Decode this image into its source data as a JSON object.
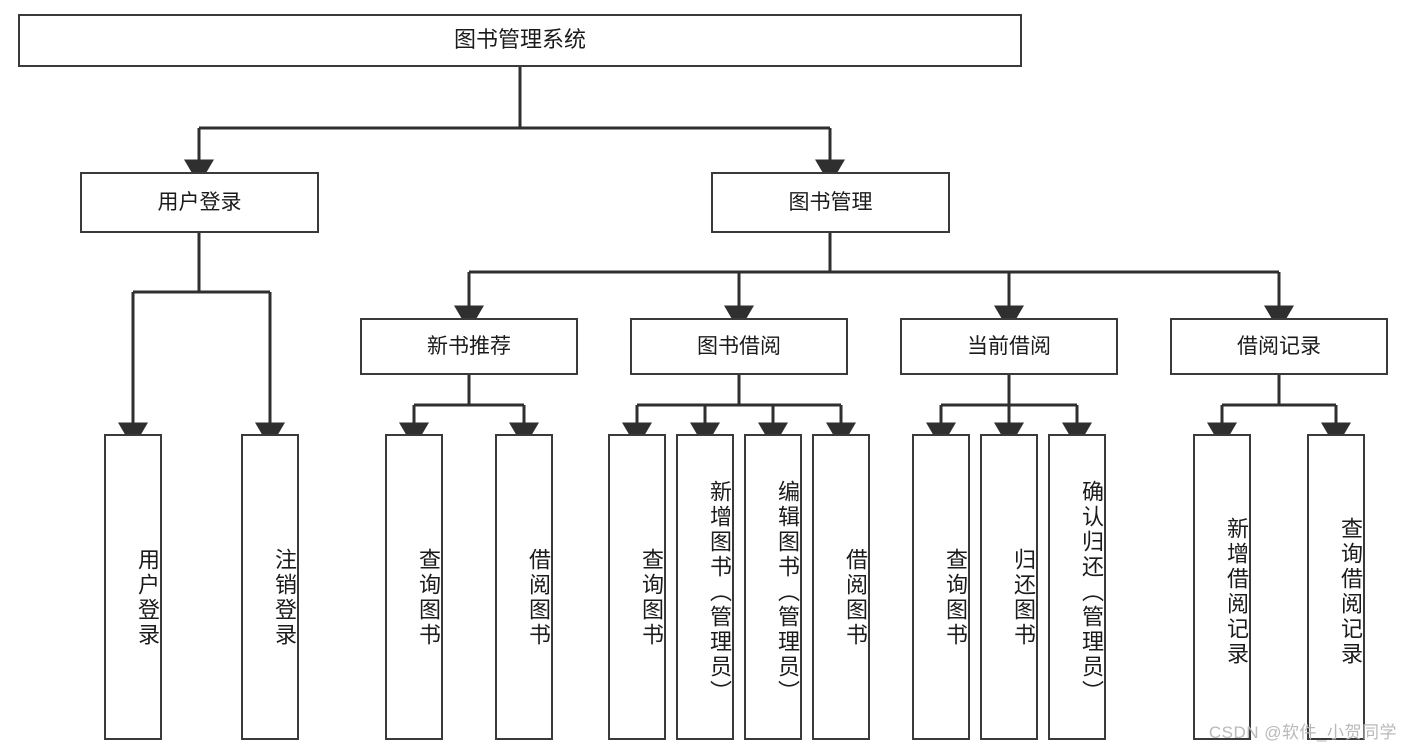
{
  "diagram": {
    "title": "图书管理系统",
    "type": "tree",
    "watermark": "CSDN @软件_小贺同学",
    "colors": {
      "box_border": "#3a3a3a",
      "box_fill": "#ffffff",
      "connector": "#2f2f2f",
      "text": "#1b1b1b",
      "watermark": "#b9b9b9"
    },
    "root": {
      "label": "图书管理系统"
    },
    "level1": [
      {
        "label": "用户登录"
      },
      {
        "label": "图书管理"
      }
    ],
    "level2": [
      {
        "label": "新书推荐"
      },
      {
        "label": "图书借阅"
      },
      {
        "label": "当前借阅"
      },
      {
        "label": "借阅记录"
      }
    ],
    "leaves": {
      "user_login": [
        {
          "label": "用户登录"
        },
        {
          "label": "注销登录"
        }
      ],
      "new_book": [
        {
          "label": "查询图书"
        },
        {
          "label": "借阅图书"
        }
      ],
      "book_borrow": [
        {
          "label": "查询图书"
        },
        {
          "label": "新增图书（管理员）"
        },
        {
          "label": "编辑图书（管理员）"
        },
        {
          "label": "借阅图书"
        }
      ],
      "current_borrow": [
        {
          "label": "查询图书"
        },
        {
          "label": "归还图书"
        },
        {
          "label": "确认归还（管理员）"
        }
      ],
      "borrow_record": [
        {
          "label": "新增借阅记录"
        },
        {
          "label": "查询借阅记录"
        }
      ]
    }
  }
}
